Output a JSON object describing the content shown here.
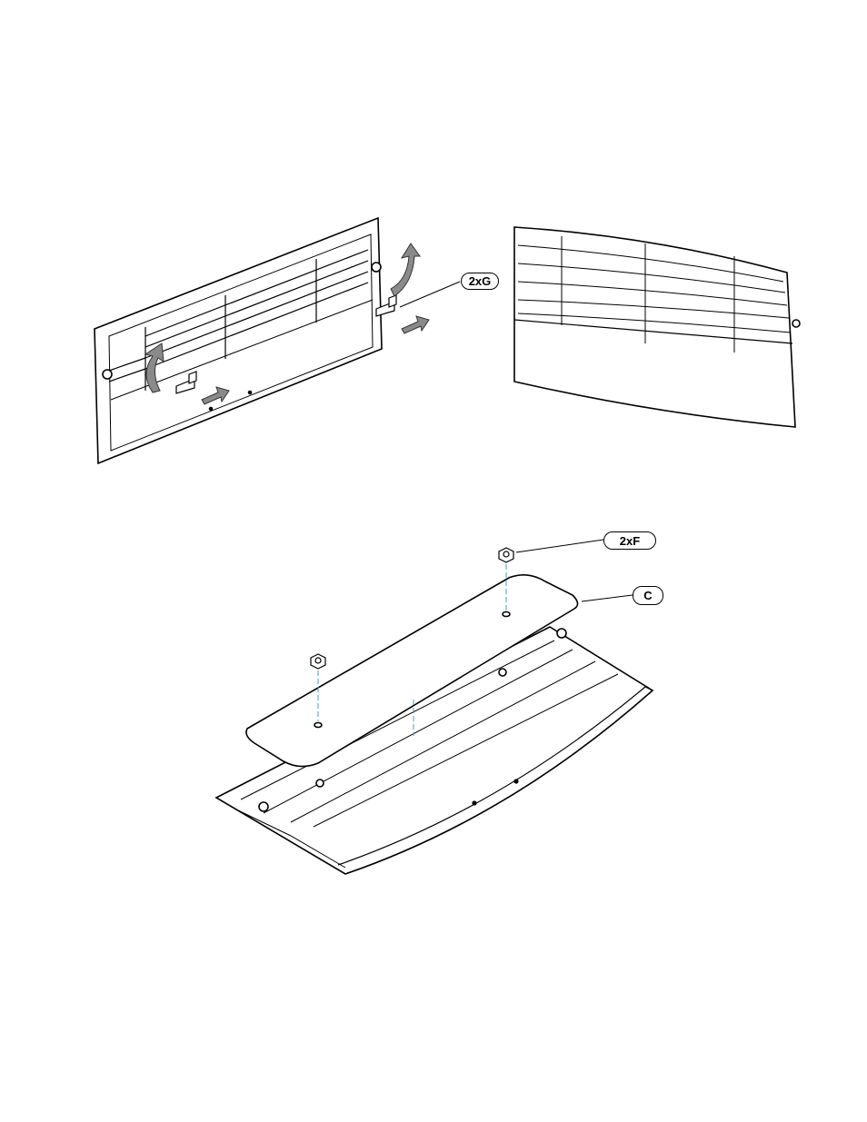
{
  "callouts": {
    "clips": "2xG",
    "nuts": "2xF",
    "cover": "C"
  },
  "colors": {
    "line": "#000000",
    "arrow_fill": "#8a8a8a",
    "guide_line": "#3aa6b0"
  },
  "figures": [
    {
      "name": "front-grille-detach-step"
    },
    {
      "name": "front-grille-rotated-view"
    },
    {
      "name": "cover-plate-attach-step"
    }
  ]
}
